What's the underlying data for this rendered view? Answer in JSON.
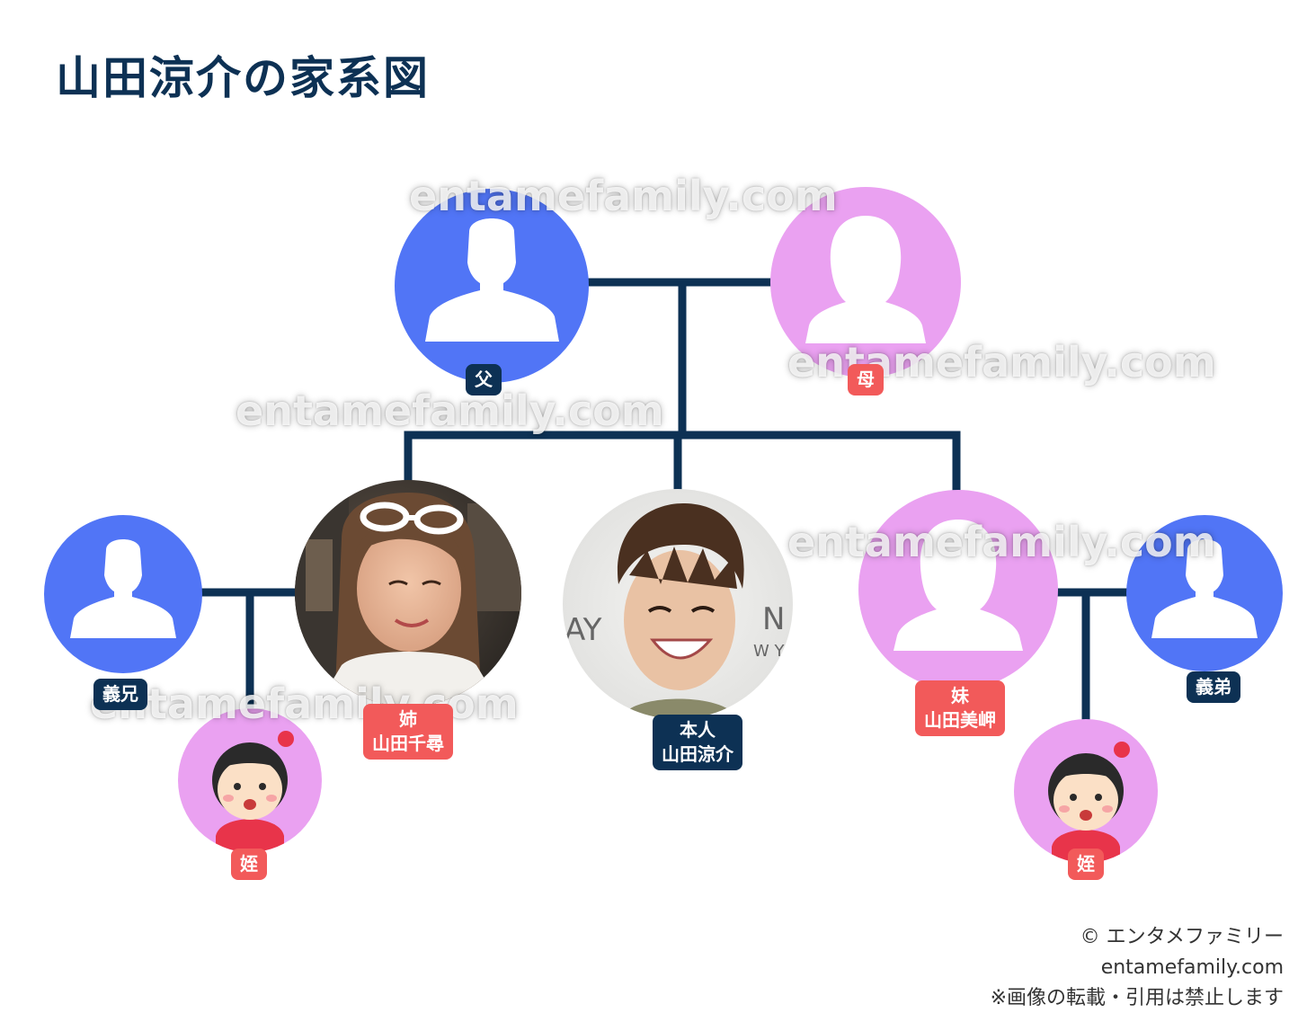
{
  "title": "山田涼介の家系図",
  "watermark": "entamefamily.com",
  "colors": {
    "male": "#5175f6",
    "female": "#eaa1f1",
    "line": "#0d3154",
    "label_navy": "#0d3154",
    "label_red": "#f25a5a"
  },
  "members": {
    "father": {
      "relation": "父",
      "icon": "male-silhouette-icon"
    },
    "mother": {
      "relation": "母",
      "icon": "female-silhouette-icon"
    },
    "brother_in_law_elder": {
      "relation": "義兄",
      "icon": "male-silhouette-icon"
    },
    "sister_elder": {
      "relation": "姉",
      "name": "山田千尋",
      "icon": "photo-woman-sunglasses"
    },
    "self": {
      "relation": "本人",
      "name": "山田涼介",
      "icon": "photo-man-smiling"
    },
    "sister_younger": {
      "relation": "妹",
      "name": "山田美岬",
      "icon": "female-silhouette-icon"
    },
    "brother_in_law_younger": {
      "relation": "義弟",
      "icon": "male-silhouette-icon"
    },
    "niece_left": {
      "relation": "姪",
      "icon": "girl-illustration-icon"
    },
    "niece_right": {
      "relation": "姪",
      "icon": "girl-illustration-icon"
    }
  },
  "footer": {
    "copyright": "© エンタメファミリー",
    "site": "entamefamily.com",
    "notice": "※画像の転載・引用は禁止します"
  }
}
